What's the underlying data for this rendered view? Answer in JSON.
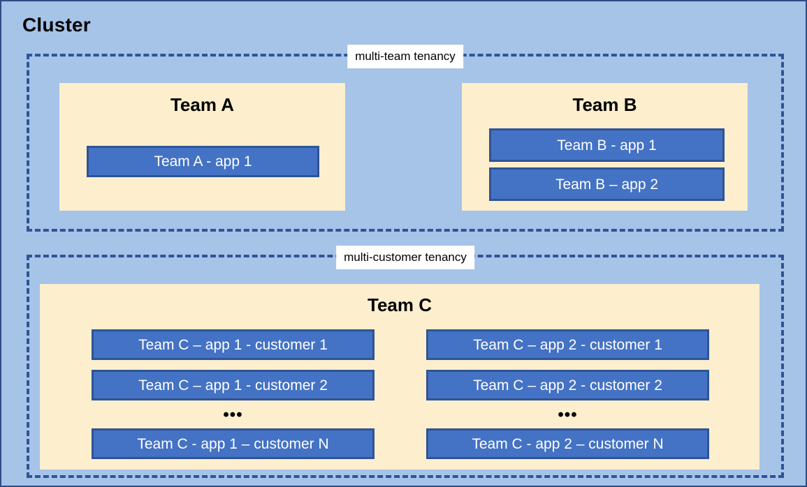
{
  "diagram": {
    "title": "Cluster",
    "background_color": "#a6c3e8",
    "border_color": "#2e4d86",
    "panel_color": "#fdefcd",
    "app_fill_color": "#4472c4",
    "app_border_color": "#2f5496",
    "dashed_group_color": "#2f5496"
  },
  "groups": [
    {
      "label": "multi-team tenancy",
      "teams": [
        {
          "title": "Team A",
          "apps": [
            {
              "label": "Team A - app 1"
            }
          ]
        },
        {
          "title": "Team B",
          "apps": [
            {
              "label": "Team B - app 1"
            },
            {
              "label": "Team B – app 2"
            }
          ]
        }
      ]
    },
    {
      "label": "multi-customer tenancy",
      "teams": [
        {
          "title": "Team C",
          "columns": [
            {
              "apps": [
                {
                  "label": "Team C – app 1 - customer 1"
                },
                {
                  "label": "Team C – app 1 - customer 2"
                },
                {
                  "label": "Team C - app 1 – customer N"
                }
              ],
              "ellipsis": "•••"
            },
            {
              "apps": [
                {
                  "label": "Team C – app 2 - customer 1"
                },
                {
                  "label": "Team C – app 2 - customer 2"
                },
                {
                  "label": "Team C - app 2 – customer N"
                }
              ],
              "ellipsis": "•••"
            }
          ]
        }
      ]
    }
  ]
}
